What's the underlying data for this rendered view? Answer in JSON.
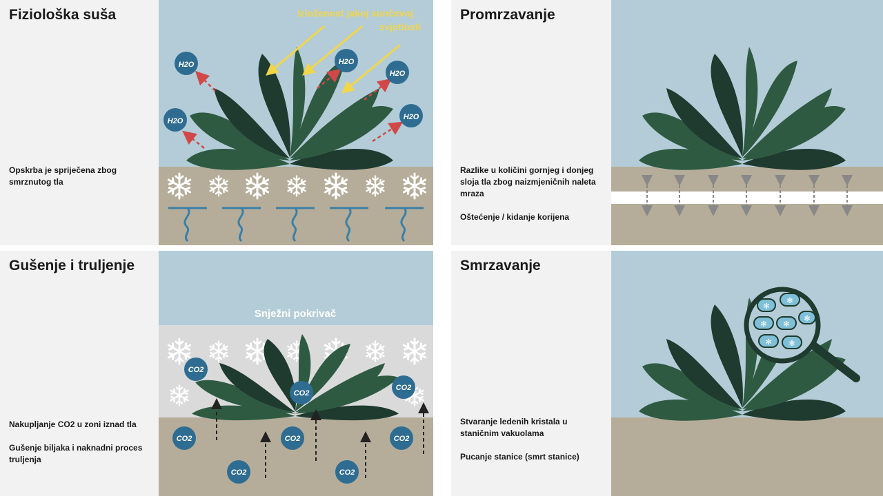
{
  "panels": {
    "drought": {
      "title": "Fiziološka suša",
      "description": "Opskrba je spriječena zbog smrznutog tla",
      "sun_label_line1": "Izloženost jakoj sunčevoj",
      "sun_label_line2": "svjetlosti",
      "molecule": "H2O"
    },
    "heaving": {
      "title": "Promrzavanje",
      "description_1": "Razlike u količini gornjeg i donjeg sloja tla zbog naizmjeničnih naleta mraza",
      "description_2": "Oštećenje / kidanje korijena"
    },
    "suffocation": {
      "title": "Gušenje i truljenje",
      "snow_label": "Snježni pokrivač",
      "description_1": "Nakupljanje CO2 u zoni iznad tla",
      "description_2": "Gušenje biljaka i naknadni proces truljenja",
      "molecule": "CO2"
    },
    "freezing": {
      "title": "Smrzavanje",
      "description_1": "Stvaranje ledenih kristala u staničnim vakuolama",
      "description_2": "Pucanje stanice (smrt stanice)"
    }
  },
  "colors": {
    "sky": "#b3ccd7",
    "soil": "#b5ad99",
    "snow_layer": "#dadada",
    "leaf_dark": "#1f3a2e",
    "leaf_mid": "#2e5a42",
    "molecule": "#2f6c92",
    "sun_arrow": "#f2d64a",
    "water_arrow": "#d04848",
    "root": "#3a7fa8"
  }
}
